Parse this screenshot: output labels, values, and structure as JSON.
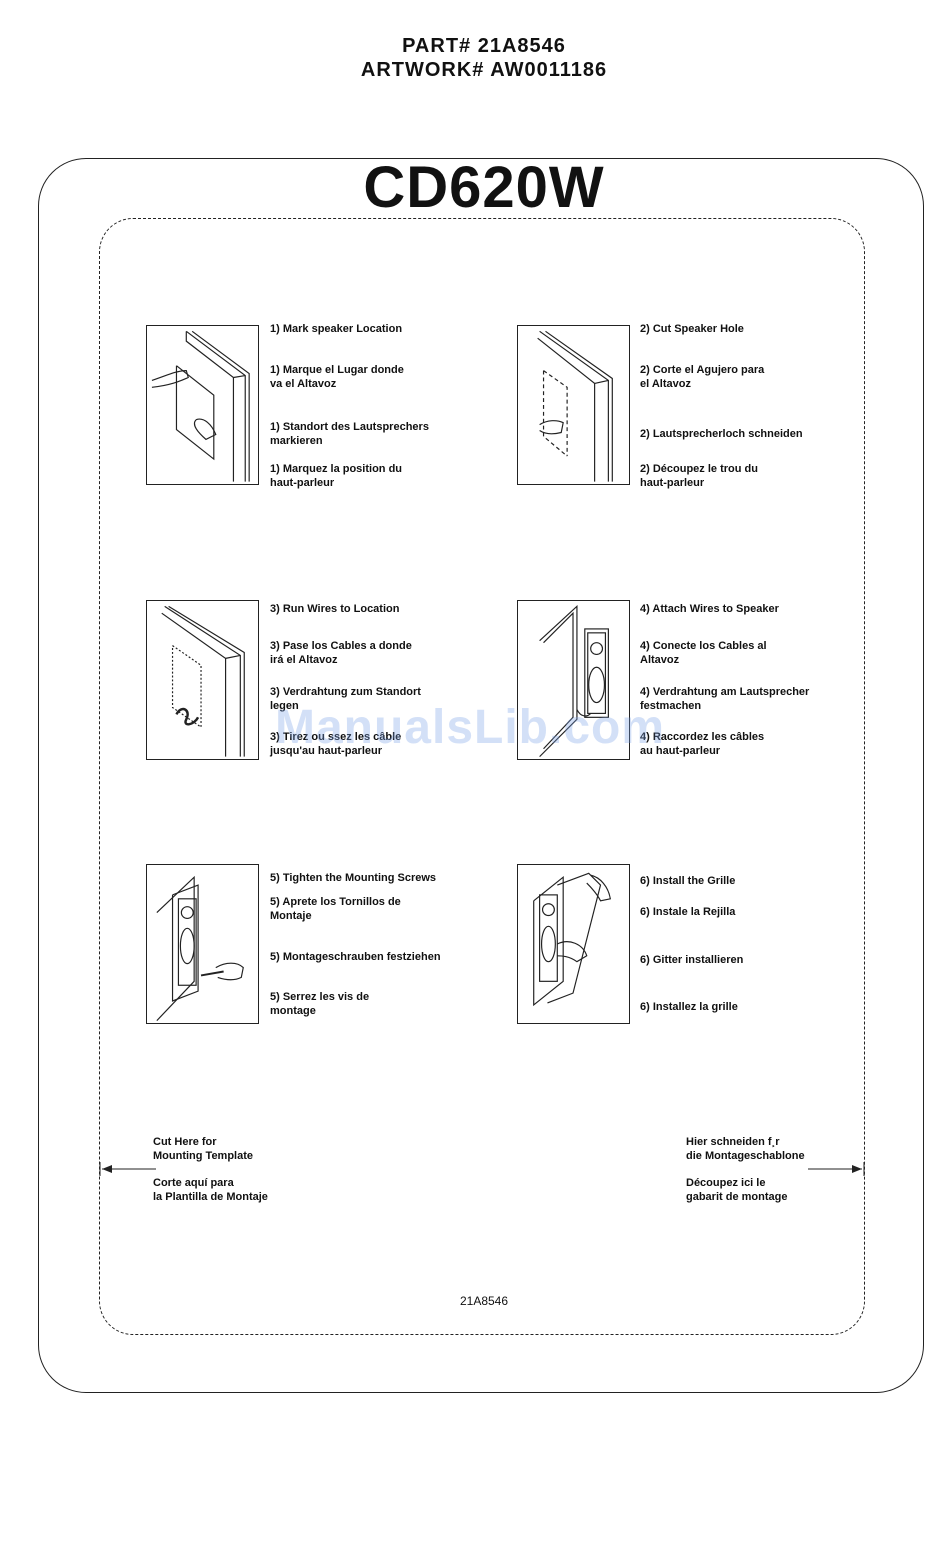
{
  "header": {
    "part": "PART# 21A8546",
    "artwork": "ARTWORK# AW0011186"
  },
  "model": "CD620W",
  "steps": [
    {
      "lines": [
        "1) Mark speaker Location",
        "1) Marque el Lugar donde\nva el Altavoz",
        "1) Standort des Lautsprechers\nmarkieren",
        "1) Marquez la position du\nhaut-parleur"
      ]
    },
    {
      "lines": [
        "2) Cut Speaker Hole",
        "2) Corte el Agujero para\nel Altavoz",
        "2) Lautsprecherloch schneiden",
        "2) Découpez le trou du\nhaut-parleur"
      ]
    },
    {
      "lines": [
        "3) Run Wires to Location",
        "3) Pase los Cables a donde\nirá el Altavoz",
        "3) Verdrahtung zum Standort\nlegen",
        "3) Tirez ou ssez les câble\njusqu'au haut-parleur"
      ]
    },
    {
      "lines": [
        "4) Attach Wires to Speaker",
        "4) Conecte los Cables al\nAltavoz",
        "4) Verdrahtung am Lautsprecher\nfestmachen",
        "4) Raccordez les câbles\nau haut-parleur"
      ]
    },
    {
      "lines": [
        "5) Tighten the Mounting Screws",
        "5) Aprete los Tornillos de\nMontaje",
        "5) Montageschrauben festziehen",
        "5) Serrez les vis de\nmontage"
      ]
    },
    {
      "lines": [
        "6) Install the Grille",
        "6) Instale la Rejilla",
        "6) Gitter installieren",
        "6) Installez la grille"
      ]
    }
  ],
  "cut_left": {
    "en": "Cut Here for\nMounting Template",
    "es": "Corte aquí para\nla Plantilla de Montaje"
  },
  "cut_right": {
    "de": "Hier schneiden f¸r\ndie Montageschablone",
    "fr": "Découpez ici le\ngabarit de montage"
  },
  "footer_code": "21A8546",
  "watermark": "ManualsLib.com"
}
